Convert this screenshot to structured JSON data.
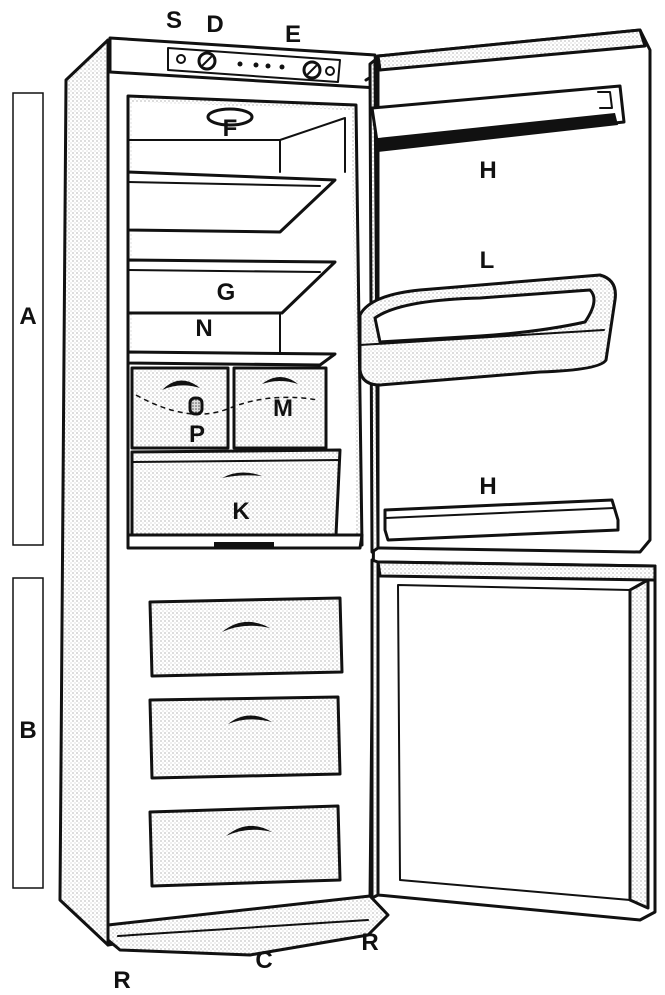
{
  "labels": {
    "S": "S",
    "D": "D",
    "E": "E",
    "F": "F",
    "H_top": "H",
    "L": "L",
    "G": "G",
    "N": "N",
    "M": "M",
    "P": "P",
    "K": "K",
    "H_bottom": "H",
    "A": "A",
    "B": "B",
    "C": "C",
    "R_left": "R",
    "R_right": "R"
  },
  "colors": {
    "ink": "#111111",
    "paper": "#ffffff"
  }
}
